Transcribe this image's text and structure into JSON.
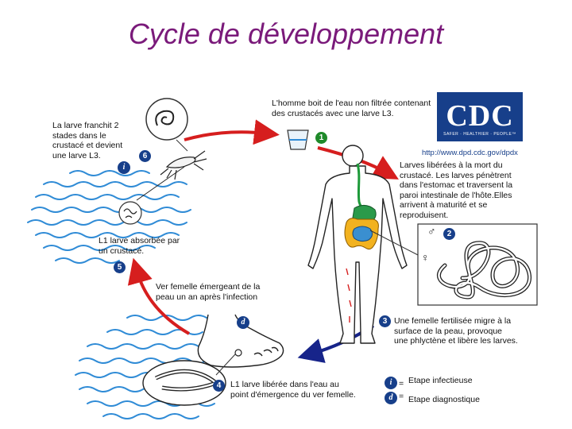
{
  "title": "Cycle de développement",
  "steps": [
    {
      "num": "1",
      "text": "L'homme boit de l'eau non filtrée contenant\ndes crustacés avec une larve L3."
    },
    {
      "num": "2",
      "text": "Larves libérées à la mort du\ncrustacé. Les larves pénètrent\ndans l'estomac et traversent la\nparoi intestinale de l'hôte.Elles\narrivent à maturité et se\nreproduisent."
    },
    {
      "num": "3",
      "text": "Une femelle fertilisée migre à la\nsurface de la peau, provoque\nune phlyctène et libère les larves."
    },
    {
      "num": "4",
      "text": "L1 larve libérée dans l'eau au\npoint d'émergence du ver femelle."
    },
    {
      "num": "5",
      "text": "L1 larve absorbée par\nun crustacé."
    },
    {
      "num": "6",
      "text": "La larve franchit 2\nstades dans le\ncrustacé et devient\nune larve L3."
    }
  ],
  "mid_label": "Ver femelle émergeant de la\npeau un an après l'infection",
  "cdc": {
    "letters": "CDC",
    "tagline": "SAFER · HEALTHIER · PEOPLE™",
    "url": "http://www.dpd.cdc.gov/dpdx",
    "brand_color": "#173f8a"
  },
  "legend": [
    {
      "glyph": "i",
      "eq": "=",
      "text": "Etape infectieuse"
    },
    {
      "glyph": "d",
      "eq": "=",
      "text": "Etape diagnostique"
    }
  ],
  "colors": {
    "title": "#7a1a7a",
    "arrow_red": "#d61e1e",
    "arrow_blue": "#17248a",
    "water": "#2f8bd6",
    "badge": "#173f8a",
    "badge_green": "#1f8a2a",
    "esophagus": "#1e9a3a",
    "stomach": "#2a9a4a",
    "intestine": "#f2b21f",
    "colon": "#3a8fd0"
  },
  "symbols": {
    "male": "♂",
    "female": "♀"
  }
}
